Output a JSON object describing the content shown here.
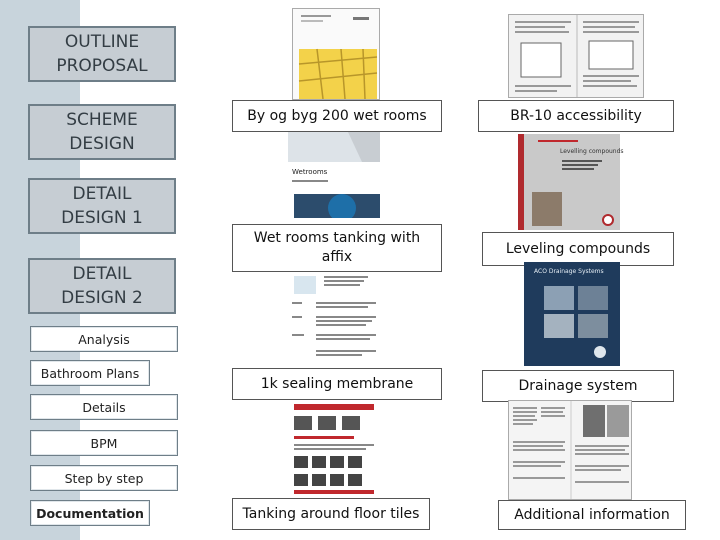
{
  "stages": [
    {
      "line1": "OUTLINE",
      "line2": "PROPOSAL"
    },
    {
      "line1": "SCHEME",
      "line2": "DESIGN"
    },
    {
      "line1": "DETAIL",
      "line2": "DESIGN 1"
    },
    {
      "line1": "DETAIL",
      "line2": "DESIGN 2"
    }
  ],
  "subitems": [
    "Analysis",
    "Bathroom Plans",
    "Details",
    "BPM",
    "Step by step",
    "Documentation"
  ],
  "documents": [
    {
      "label_line1": "By og byg 200 wet rooms",
      "label_line2": ""
    },
    {
      "label_line1": "BR-10 accessibility",
      "label_line2": ""
    },
    {
      "label_line1": "Wet rooms tanking with",
      "label_line2": "affix"
    },
    {
      "label_line1": "Leveling compounds",
      "label_line2": ""
    },
    {
      "label_line1": "1k sealing membrane",
      "label_line2": ""
    },
    {
      "label_line1": "Drainage system",
      "label_line2": ""
    },
    {
      "label_line1": "Tanking around floor tiles",
      "label_line2": ""
    },
    {
      "label_line1": "Additional information",
      "label_line2": ""
    }
  ],
  "thumbnail_text": {
    "wetrooms_title": "Wetrooms",
    "leveling_title": "Levelling compounds",
    "drainage_title": "ACO Drainage Systems"
  },
  "colors": {
    "stage_fill": "#c6cdd3",
    "stage_border": "#6e7e88",
    "side_strip": "#c8d4dc",
    "accent_red": "#c0282d"
  }
}
